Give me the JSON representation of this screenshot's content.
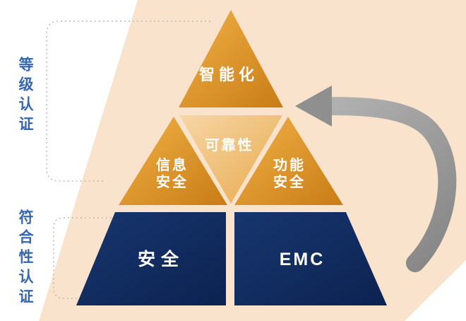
{
  "diagram": {
    "left_labels": {
      "top": "等级认证",
      "bottom": "符合性认证"
    },
    "pyramid": {
      "top": "智能化",
      "mid_left_line1": "信息",
      "mid_left_line2": "安全",
      "mid_center": "可靠性",
      "mid_right_line1": "功能",
      "mid_right_line2": "安全",
      "bottom_left": "安全",
      "bottom_right": "EMC"
    },
    "colors": {
      "background_band": "#fae3cc",
      "orange": "#e8a231",
      "orange_dark": "#cb7e17",
      "light_orange": "#f2c78e",
      "navy": "#122c5e",
      "label_blue": "#3566b0",
      "arrow_gray": "#9a9a9a",
      "dotted_line": "#b9b9b9",
      "text_white": "#ffffff"
    }
  }
}
